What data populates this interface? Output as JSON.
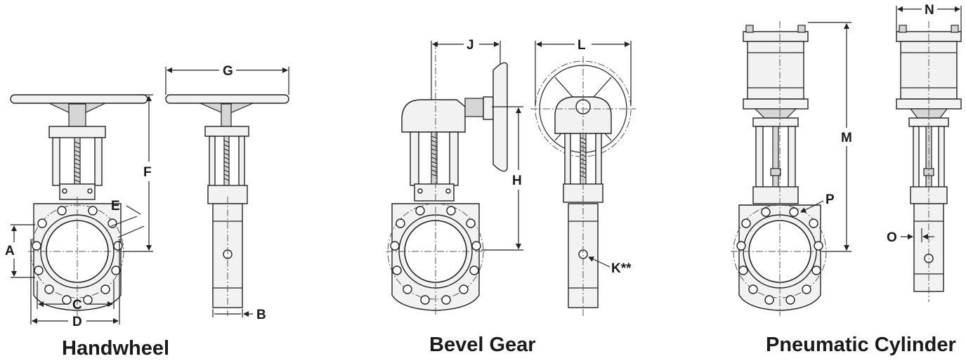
{
  "views": {
    "handwheel": {
      "caption": "Handwheel",
      "labels": {
        "A": "A",
        "B": "B",
        "C": "C",
        "D": "D",
        "E": "E",
        "F": "F",
        "G": "G"
      }
    },
    "bevel_gear": {
      "caption": "Bevel Gear",
      "labels": {
        "H": "H",
        "J": "J",
        "K": "K**",
        "L": "L"
      }
    },
    "pneumatic": {
      "caption": "Pneumatic Cylinder",
      "labels": {
        "M": "M",
        "N": "N",
        "O": "O",
        "P": "P"
      }
    }
  }
}
